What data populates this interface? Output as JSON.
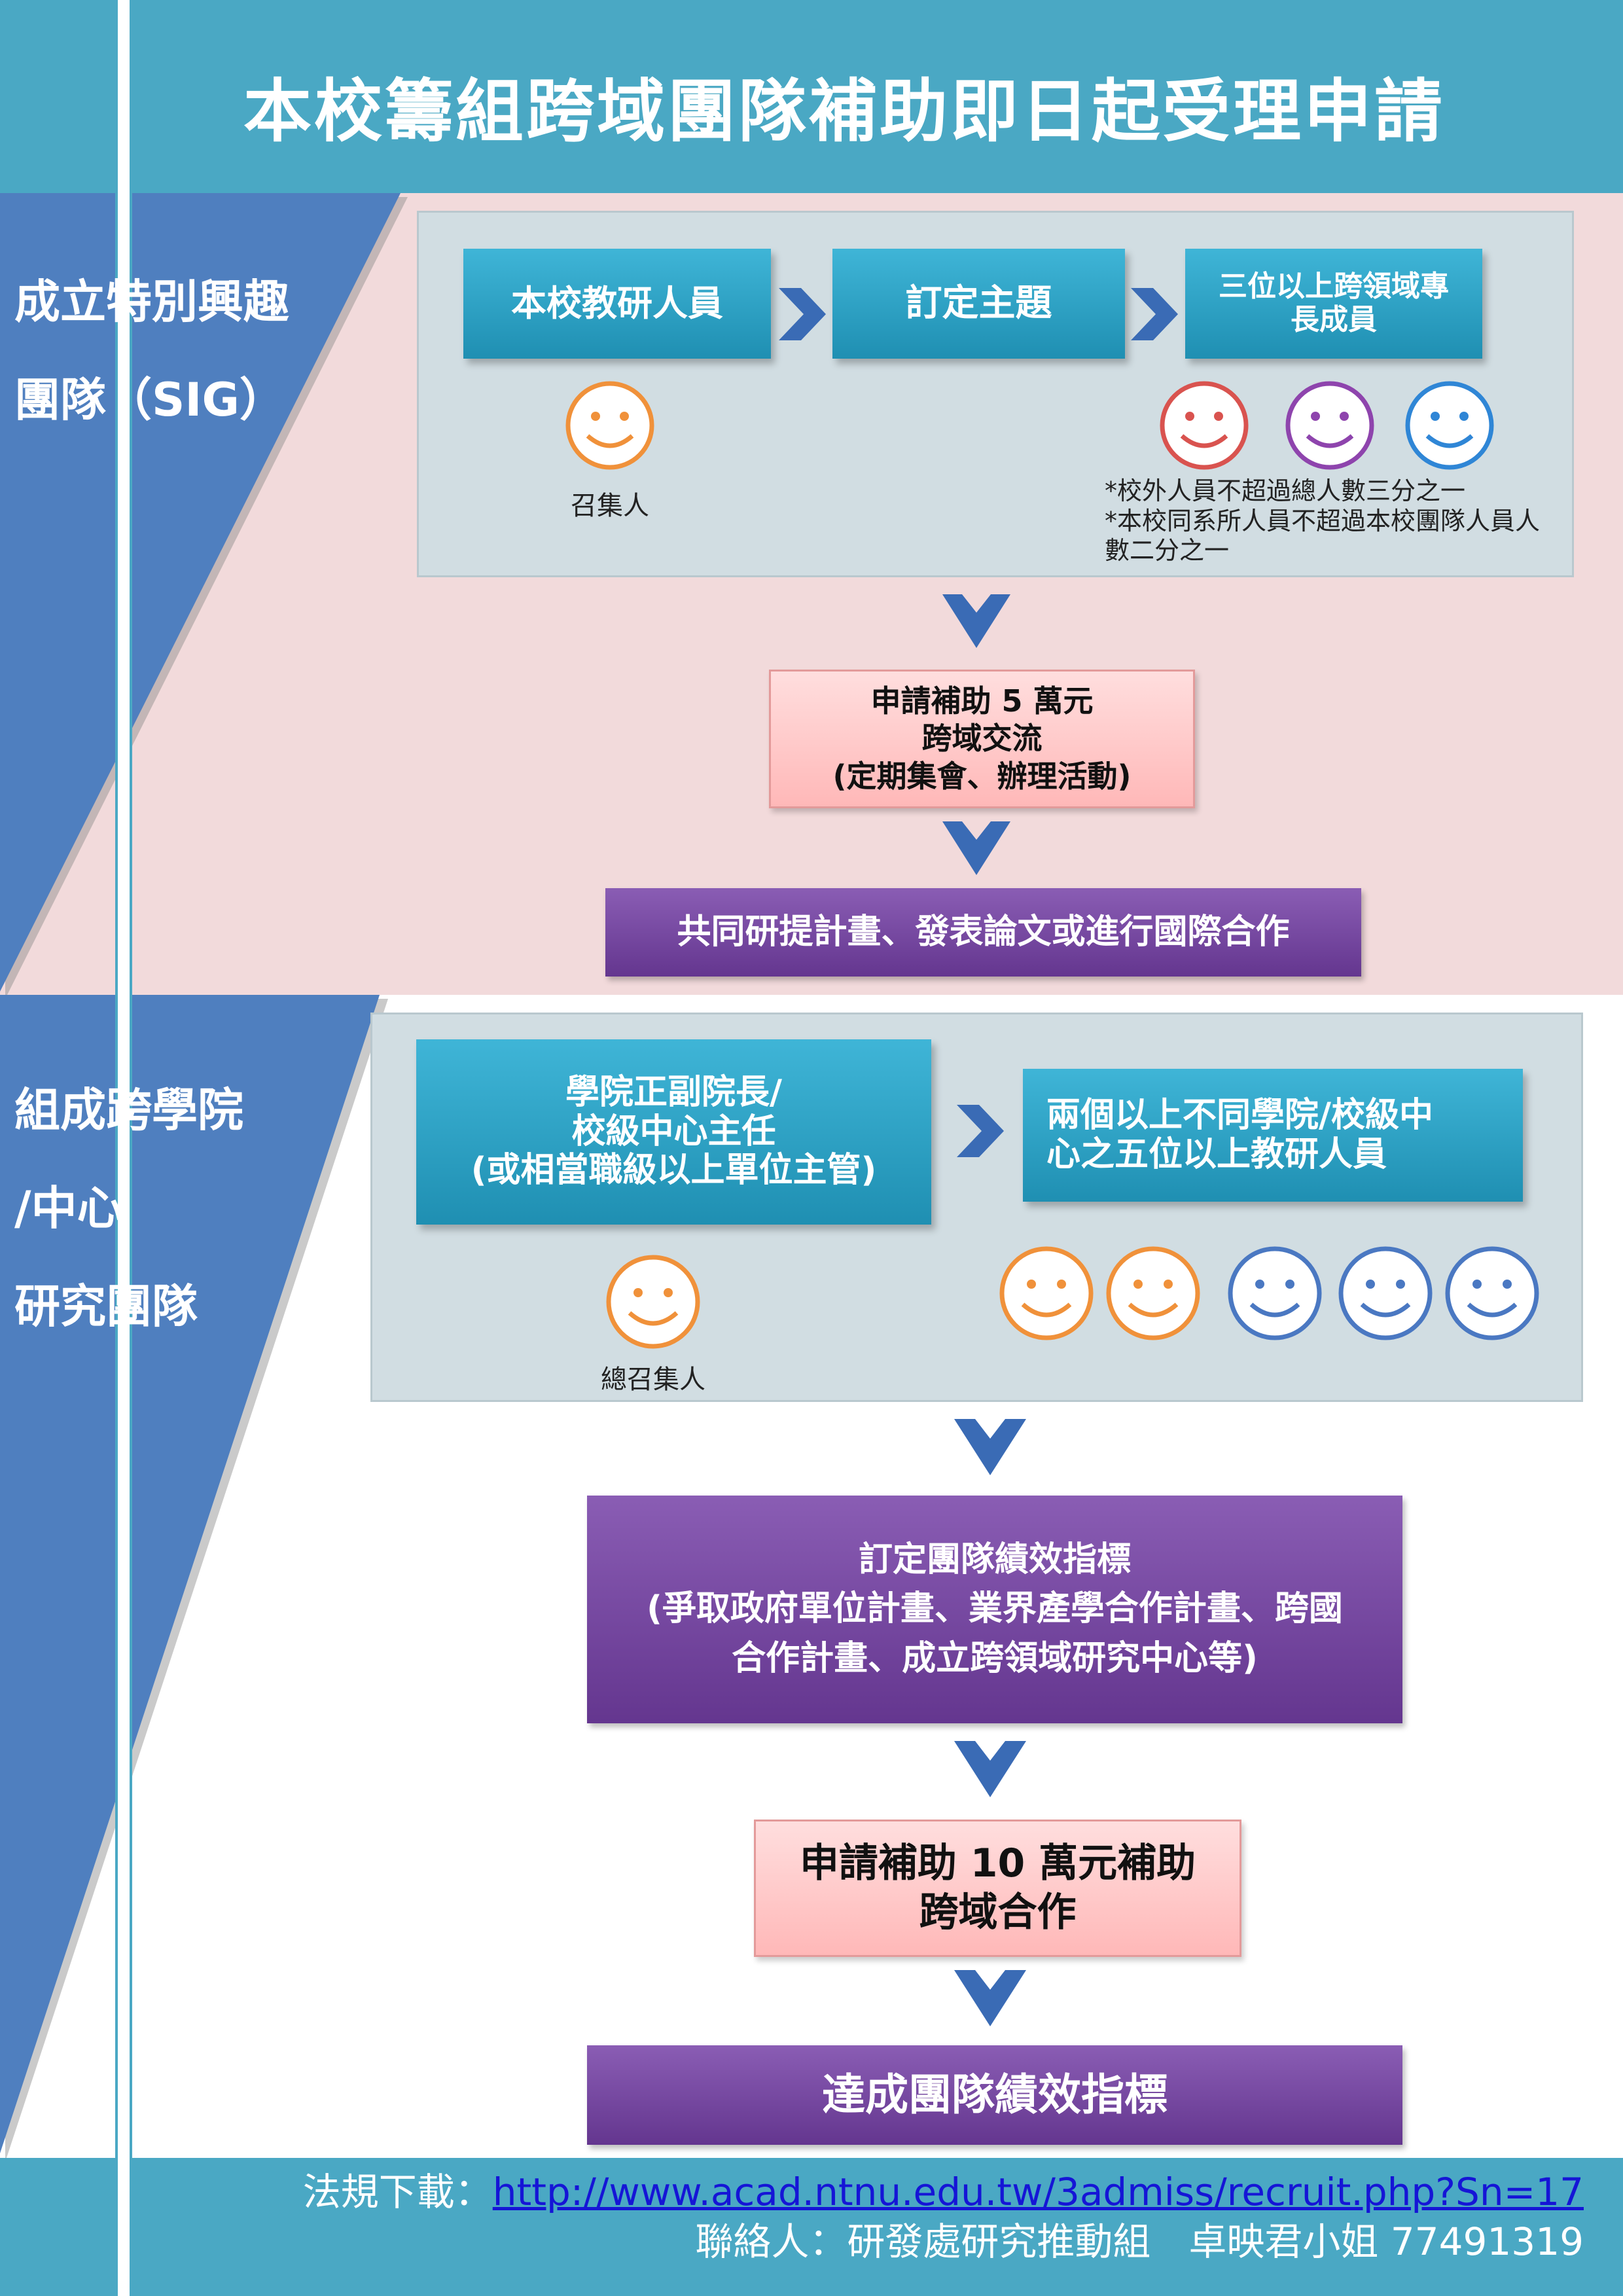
{
  "title": "本校籌組跨域團隊補助即日起受理申請",
  "section1": {
    "side_line1": "成立特別興趣",
    "side_line2": "團隊（SIG）",
    "box_member": "本校教研人員",
    "box_topic": "訂定主題",
    "box_members3": "三位以上跨領域專長成員",
    "convener_label": "召集人",
    "note1": "*校外人員不超過總人數三分之一",
    "note2": "*本校同系所人員不超過本校團隊人員人數二分之一",
    "grant_line1": "申請補助 5  萬元",
    "grant_line2": "跨域交流",
    "grant_line3": "(定期集會、辦理活動)",
    "outcome": "共同研提計畫、發表論文或進行國際合作"
  },
  "section2": {
    "side_line1": "組成跨學院",
    "side_line2": "/中心",
    "side_line3": "研究團隊",
    "box_lead_line1": "學院正副院長/",
    "box_lead_line2": "校級中心主任",
    "box_lead_line3": "(或相當職級以上單位主管)",
    "box_members_line1": "兩個以上不同學院/校級中",
    "box_members_line2": "心之五位以上教研人員",
    "convener_label": "總召集人",
    "kpi_line1": "訂定團隊績效指標",
    "kpi_line2": "(爭取政府單位計畫、業界產學合作計畫、跨國",
    "kpi_line3": "合作計畫、成立跨領域研究中心等)",
    "grant_line1": "申請補助 10  萬元補助",
    "grant_line2": "跨域合作",
    "outcome": "達成團隊績效指標"
  },
  "footer": {
    "download_label": "法規下載：",
    "download_url": "http://www.acad.ntnu.edu.tw/3admiss/recruit.php?Sn=17",
    "contact": "聯絡人：研發處研究推動組　卓映君小姐 77491319"
  },
  "colors": {
    "header": "#4aa8c4",
    "side_blue": "#4f7fbf",
    "section1_bg": "#f2dadb",
    "smile_orange": "#f0913a",
    "smile_red": "#d9534f",
    "smile_purple": "#8e44ad",
    "smile_blue": "#2f86d6",
    "smile_blue2": "#4a78c2"
  },
  "icons": [
    "smiley-face-icon",
    "chevron-right-icon",
    "chevron-down-icon"
  ]
}
